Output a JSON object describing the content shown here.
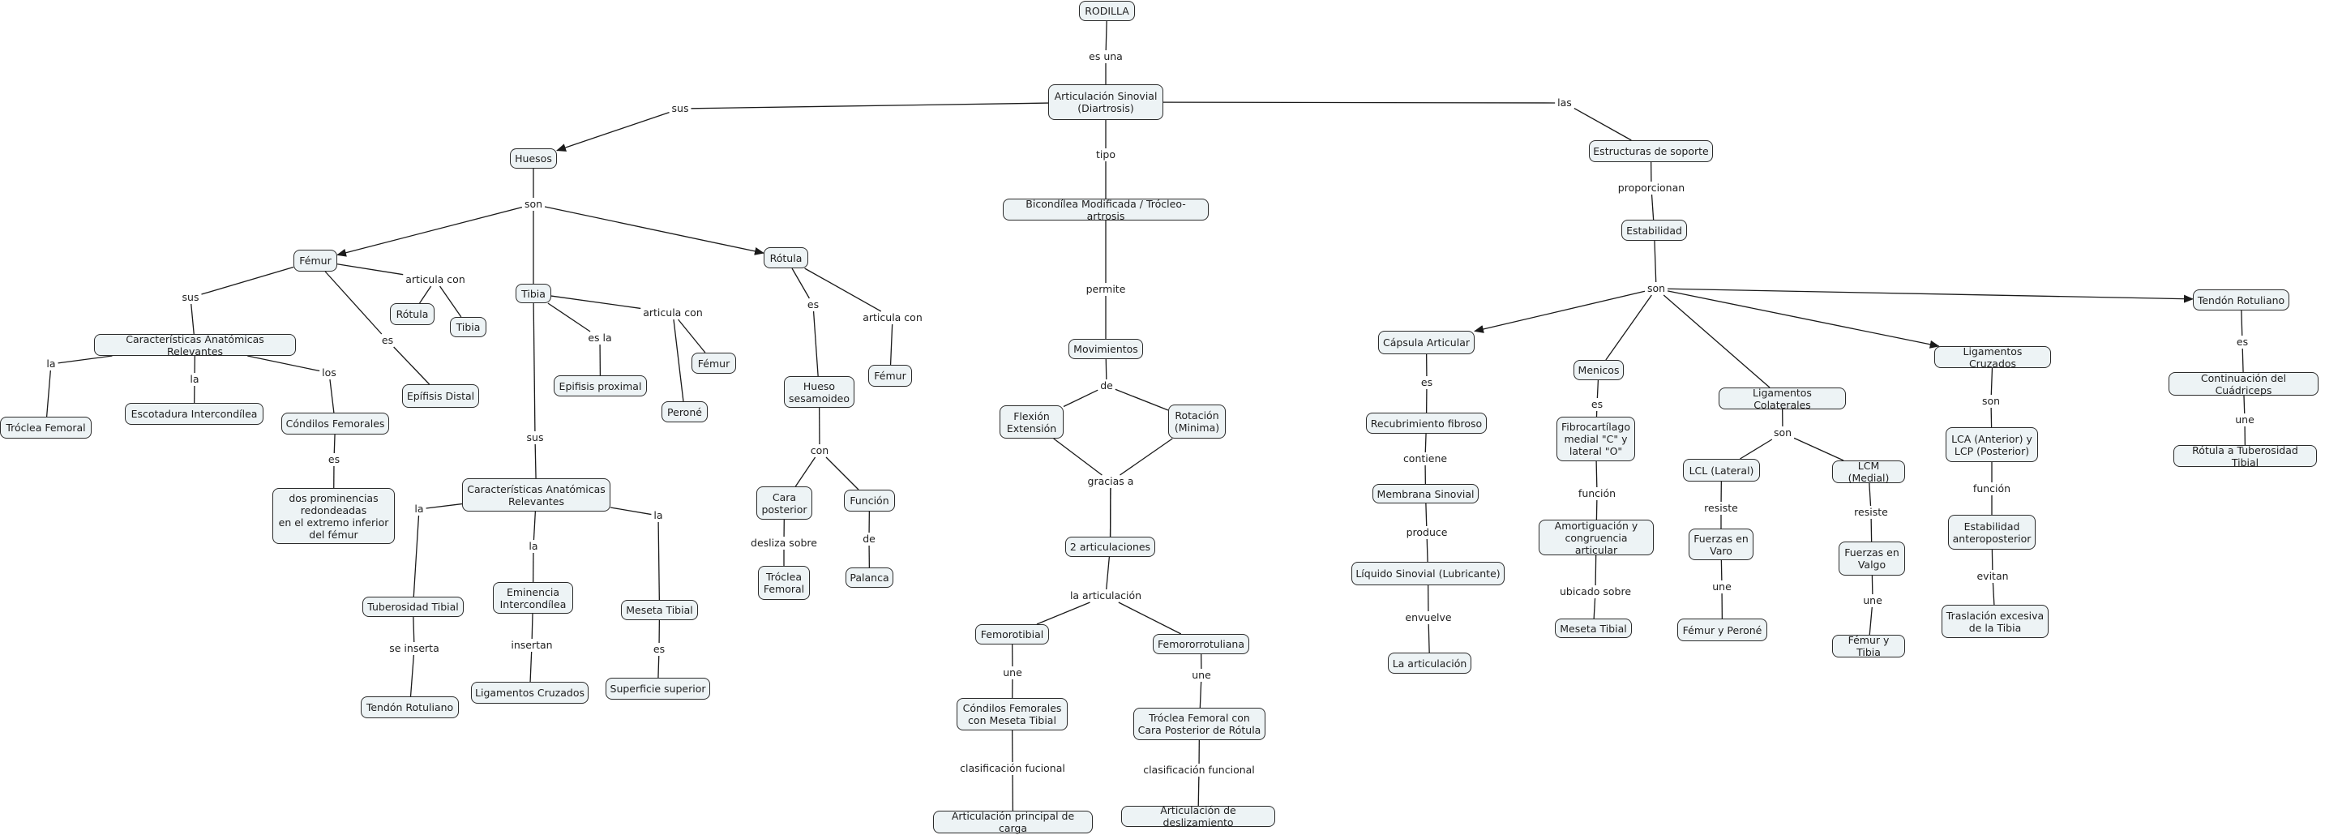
{
  "title": "RODILLA",
  "colors": {
    "node_fill": "#edf3f5",
    "node_border": "#2b2b2b",
    "text": "#1e1e1e",
    "line": "#1a1a1a"
  },
  "nodes": {
    "rodilla": "RODILLA",
    "art_sinovial": "Articulación Sinovial\n(Diartrosis)",
    "huesos": "Huesos",
    "estructuras": "Estructuras de soporte",
    "bicondilea": "Bicondílea Modificada / Trócleo-artrosis",
    "estabilidad": "Estabilidad",
    "femur": "Fémur",
    "femur_rotula": "Rótula",
    "femur_tibia": "Tibia",
    "femur_car": "Características Anatómicas Relevantes",
    "femur_epifisis": "Epífisis Distal",
    "troclea": "Tróclea Femoral",
    "escotadura": "Escotadura Intercondílea",
    "condilos": "Cóndilos Femorales",
    "prominencias": "dos prominencias\nredondeadas\nen el extremo inferior\ndel fémur",
    "tibia": "Tibia",
    "tibia_epifisis": "Epifisis proximal",
    "tibia_femur": "Fémur",
    "tibia_perone": "Peroné",
    "tibia_car": "Características Anatómicas\nRelevantes",
    "tuberosidad": "Tuberosidad Tibial",
    "eminencia": "Eminencia\nIntercondílea",
    "meseta": "Meseta Tibial",
    "tendon_l": "Tendón Rotuliano",
    "lig_cruz_l": "Ligamentos Cruzados",
    "superficie": "Superficie superior",
    "rotula": "Rótula",
    "sesamoideo": "Hueso\nsesamoideo",
    "rotula_femur": "Fémur",
    "cara_post": "Cara\nposterior",
    "funcion": "Función",
    "troclea_r": "Tróclea\nFemoral",
    "palanca": "Palanca",
    "movimientos": "Movimientos",
    "flexion": "Flexión\nExtensión",
    "rotacion": "Rotación\n(Minima)",
    "dos_art": "2 articulaciones",
    "femorotibial": "Femorotibial",
    "femororrotuliana": "Femororrotuliana",
    "condilos_meseta": "Cóndilos Femorales\ncon Meseta Tibial",
    "troclea_cara": "Tróclea Femoral con\nCara Posterior de Rótula",
    "art_carga": "Articulación principal de carga",
    "art_desliz": "Articulación de deslizamiento",
    "capsula": "Cápsula Articular",
    "recubrimiento": "Recubrimiento fibroso",
    "membrana": "Membrana Sinovial",
    "liquido": "Líquido Sinovial (Lubricante)",
    "la_art": "La articulación",
    "menicos": "Menicos",
    "fibrocart": "Fibrocartílago\nmedial \"C\" y\nlateral \"O\"",
    "amortiguacion": "Amortiguación y\ncongruencia articular",
    "meseta_r": "Meseta Tibial",
    "lig_col": "Ligamentos Colaterales",
    "lcl": "LCL (Lateral)",
    "lcm": "LCM (Medial)",
    "varo": "Fuerzas en\nVaro",
    "valgo": "Fuerzas en\nValgo",
    "femur_perone": "Fémur y Peroné",
    "femur_tibia_r": "Fémur y Tibia",
    "lig_cruz_r": "Ligamentos Cruzados",
    "lca_lcp": "LCA (Anterior) y\nLCP (Posterior)",
    "estab_ap": "Estabilidad\nanteroposterior",
    "traslacion": "Traslación excesiva\nde la Tibia",
    "tendon_r": "Tendón Rotuliano",
    "continuacion": "Continuación del Cuádriceps",
    "rotula_tub": "Rótula a Tuberosidad Tibial"
  },
  "links": {
    "es_una": "es una",
    "sus_huesos": "sus",
    "las": "las",
    "tipo": "tipo",
    "proporcionan": "proporcionan",
    "son_huesos": "son",
    "son_estab": "son",
    "femur_sus": "sus",
    "femur_articula": "articula con",
    "femur_es": "es",
    "car_la1": "la",
    "car_la2": "la",
    "car_los": "los",
    "condilos_es": "es",
    "tibia_es_la": "es la",
    "tibia_articula": "articula con",
    "tibia_sus": "sus",
    "tcar_la1": "la",
    "tcar_la2": "la",
    "tcar_la3": "la",
    "se_inserta": "se inserta",
    "insertan": "insertan",
    "meseta_es": "es",
    "rotula_es": "es",
    "rotula_articula": "articula con",
    "con": "con",
    "desliza": "desliza sobre",
    "funcion_de": "de",
    "permite": "permite",
    "mov_de": "de",
    "gracias": "gracias a",
    "la_articulacion": "la articulación",
    "une_ft": "une",
    "une_fr": "une",
    "clas_fucional": "clasificación fucional",
    "clas_funcional": "clasificación funcional",
    "capsula_es": "es",
    "contiene": "contiene",
    "produce": "produce",
    "envuelve": "envuelve",
    "menicos_es": "es",
    "men_funcion": "función",
    "ubicado": "ubicado sobre",
    "lc_son": "son",
    "lcl_resiste": "resiste",
    "lcm_resiste": "resiste",
    "varo_une": "une",
    "valgo_une": "une",
    "lcr_son": "son",
    "lcr_funcion": "función",
    "evitan": "evitan",
    "tendon_es": "es",
    "tendon_une": "une"
  },
  "connections": [
    [
      "rodilla",
      "es_una",
      "art_sinovial",
      false
    ],
    [
      "art_sinovial",
      "sus_huesos",
      "huesos",
      true
    ],
    [
      "art_sinovial",
      "las",
      "estructuras",
      false
    ],
    [
      "art_sinovial",
      "tipo",
      "bicondilea",
      false
    ],
    [
      "estructuras",
      "proporcionan",
      "estabilidad",
      false
    ],
    [
      "huesos",
      "son_huesos",
      "femur",
      true
    ],
    [
      "huesos",
      "son_huesos",
      "tibia",
      false
    ],
    [
      "huesos",
      "son_huesos",
      "rotula",
      true
    ],
    [
      "femur",
      "femur_sus",
      "femur_car",
      false
    ],
    [
      "femur",
      "femur_articula",
      "femur_rotula",
      false
    ],
    [
      "femur",
      "femur_articula",
      "femur_tibia",
      false
    ],
    [
      "femur",
      "femur_es",
      "femur_epifisis",
      false
    ],
    [
      "femur_car",
      "car_la1",
      "troclea",
      false
    ],
    [
      "femur_car",
      "car_la2",
      "escotadura",
      false
    ],
    [
      "femur_car",
      "car_los",
      "condilos",
      false
    ],
    [
      "condilos",
      "condilos_es",
      "prominencias",
      false
    ],
    [
      "tibia",
      "tibia_es_la",
      "tibia_epifisis",
      false
    ],
    [
      "tibia",
      "tibia_articula",
      "tibia_femur",
      false
    ],
    [
      "tibia",
      "tibia_articula",
      "tibia_perone",
      false
    ],
    [
      "tibia",
      "tibia_sus",
      "tibia_car",
      false
    ],
    [
      "tibia_car",
      "tcar_la1",
      "tuberosidad",
      false
    ],
    [
      "tibia_car",
      "tcar_la2",
      "eminencia",
      false
    ],
    [
      "tibia_car",
      "tcar_la3",
      "meseta",
      false
    ],
    [
      "tuberosidad",
      "se_inserta",
      "tendon_l",
      false
    ],
    [
      "eminencia",
      "insertan",
      "lig_cruz_l",
      false
    ],
    [
      "meseta",
      "meseta_es",
      "superficie",
      false
    ],
    [
      "rotula",
      "rotula_es",
      "sesamoideo",
      false
    ],
    [
      "rotula",
      "rotula_articula",
      "rotula_femur",
      false
    ],
    [
      "sesamoideo",
      "con",
      "cara_post",
      false
    ],
    [
      "sesamoideo",
      "con",
      "funcion",
      false
    ],
    [
      "cara_post",
      "desliza",
      "troclea_r",
      false
    ],
    [
      "funcion",
      "funcion_de",
      "palanca",
      false
    ],
    [
      "bicondilea",
      "permite",
      "movimientos",
      false
    ],
    [
      "movimientos",
      "mov_de",
      "flexion",
      false
    ],
    [
      "movimientos",
      "mov_de",
      "rotacion",
      false
    ],
    [
      "flexion",
      "gracias",
      "dos_art",
      false
    ],
    [
      "rotacion",
      "gracias",
      "dos_art",
      false
    ],
    [
      "dos_art",
      "la_articulacion",
      "femorotibial",
      false
    ],
    [
      "dos_art",
      "la_articulacion",
      "femororrotuliana",
      false
    ],
    [
      "femorotibial",
      "une_ft",
      "condilos_meseta",
      false
    ],
    [
      "femororrotuliana",
      "une_fr",
      "troclea_cara",
      false
    ],
    [
      "condilos_meseta",
      "clas_fucional",
      "art_carga",
      false
    ],
    [
      "troclea_cara",
      "clas_funcional",
      "art_desliz",
      false
    ],
    [
      "estabilidad",
      "son_estab",
      "capsula",
      true
    ],
    [
      "estabilidad",
      "son_estab",
      "menicos",
      false
    ],
    [
      "estabilidad",
      "son_estab",
      "lig_col",
      false
    ],
    [
      "estabilidad",
      "son_estab",
      "lig_cruz_r",
      true
    ],
    [
      "estabilidad",
      "son_estab",
      "tendon_r",
      true
    ],
    [
      "capsula",
      "capsula_es",
      "recubrimiento",
      false
    ],
    [
      "recubrimiento",
      "contiene",
      "membrana",
      false
    ],
    [
      "membrana",
      "produce",
      "liquido",
      false
    ],
    [
      "liquido",
      "envuelve",
      "la_art",
      false
    ],
    [
      "menicos",
      "menicos_es",
      "fibrocart",
      false
    ],
    [
      "fibrocart",
      "men_funcion",
      "amortiguacion",
      false
    ],
    [
      "amortiguacion",
      "ubicado",
      "meseta_r",
      false
    ],
    [
      "lig_col",
      "lc_son",
      "lcl",
      false
    ],
    [
      "lig_col",
      "lc_son",
      "lcm",
      false
    ],
    [
      "lcl",
      "lcl_resiste",
      "varo",
      false
    ],
    [
      "lcm",
      "lcm_resiste",
      "valgo",
      false
    ],
    [
      "varo",
      "varo_une",
      "femur_perone",
      false
    ],
    [
      "valgo",
      "valgo_une",
      "femur_tibia_r",
      false
    ],
    [
      "lig_cruz_r",
      "lcr_son",
      "lca_lcp",
      false
    ],
    [
      "lca_lcp",
      "lcr_funcion",
      "estab_ap",
      false
    ],
    [
      "estab_ap",
      "evitan",
      "traslacion",
      false
    ],
    [
      "tendon_r",
      "tendon_es",
      "continuacion",
      false
    ],
    [
      "continuacion",
      "tendon_une",
      "rotula_tub",
      false
    ]
  ]
}
